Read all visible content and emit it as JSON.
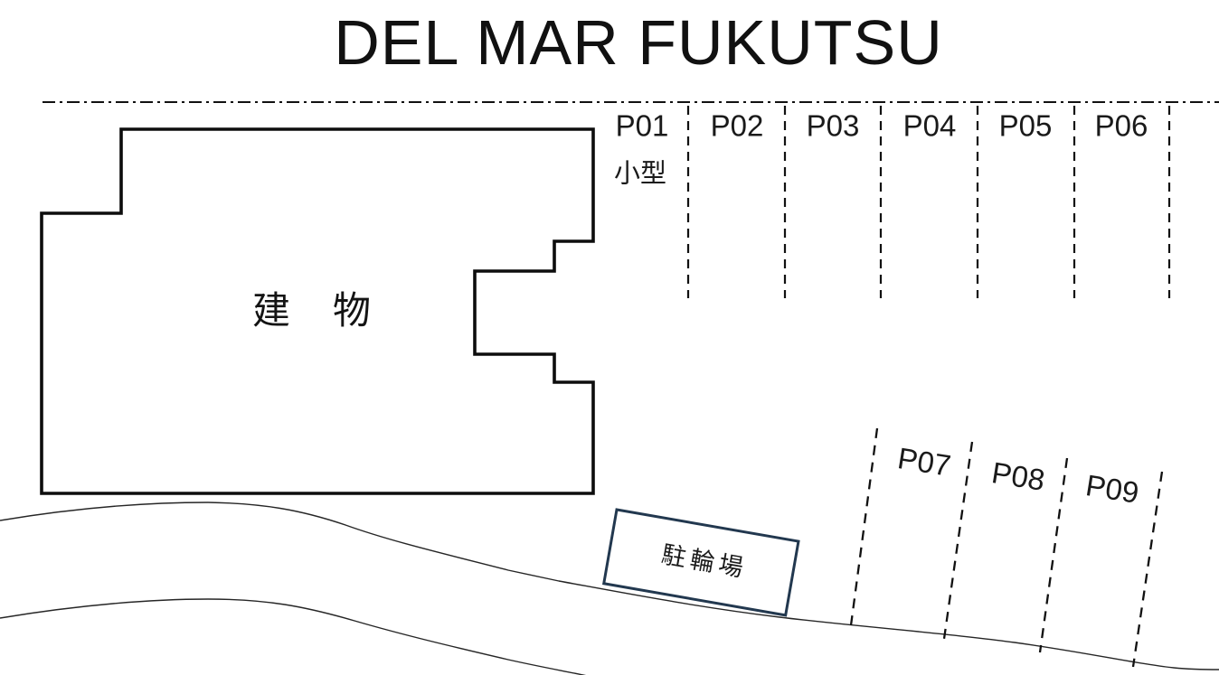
{
  "title": "DEL MAR FUKUTSU",
  "building": {
    "label": "建物"
  },
  "bicycle_parking": {
    "label": "駐輪場"
  },
  "parking": {
    "top_row": {
      "spaces": [
        {
          "id": "P01",
          "note": "小型"
        },
        {
          "id": "P02",
          "note": ""
        },
        {
          "id": "P03",
          "note": ""
        },
        {
          "id": "P04",
          "note": ""
        },
        {
          "id": "P05",
          "note": ""
        },
        {
          "id": "P06",
          "note": ""
        }
      ]
    },
    "bottom_row": {
      "spaces": [
        {
          "id": "P07"
        },
        {
          "id": "P08"
        },
        {
          "id": "P09"
        }
      ]
    }
  },
  "colors": {
    "ink": "#111111",
    "road_line": "#262626",
    "bicycle_outline_navy": "#22384f"
  }
}
